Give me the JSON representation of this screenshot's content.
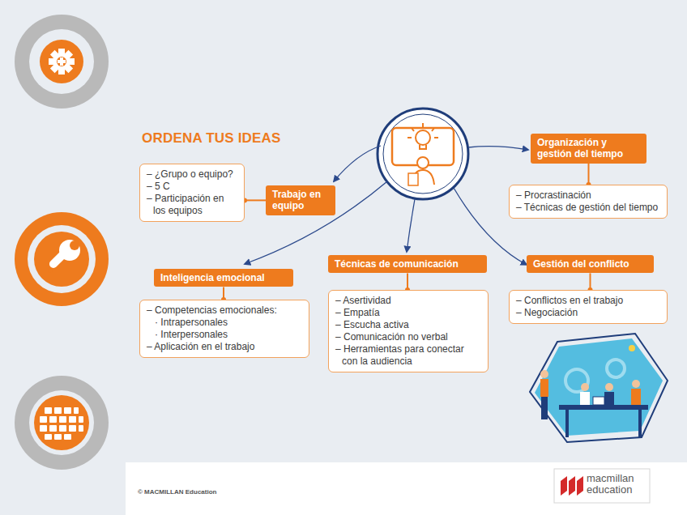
{
  "diagram": {
    "title": "ORDENA TUS IDEAS",
    "nodes": [
      {
        "text": [
          "Trabajo en equipo"
        ]
      },
      {
        "text": [
          "– ¿Grupo o equipo?",
          "– 5 C",
          "– Participación en los equipos"
        ]
      },
      {
        "text": [
          "Organización y gestión del tiempo"
        ]
      },
      {
        "text": [
          "– Procrastinación",
          "– Técnicas de gestión del tiempo"
        ]
      },
      {
        "text": [
          "Inteligencia emocional"
        ]
      },
      {
        "text": [
          "– Competencias emocionales:",
          "· Intrapersonales",
          "· Interpersonales",
          "– Aplicación en el trabajo"
        ]
      },
      {
        "text": [
          "Técnicas de comunicación"
        ]
      },
      {
        "text": [
          "– Asertividad",
          "– Empatía",
          "– Escucha activa",
          "– Comunicación no verbal",
          "– Herramientas para conectar con la audiencia"
        ]
      },
      {
        "text": [
          "Gestión del conflicto"
        ]
      },
      {
        "text": [
          "– Conflictos en el trabajo",
          "– Negociación"
        ]
      }
    ],
    "edges": [
      {
        "from": 0,
        "to": 1,
        "arrow": "none"
      },
      {
        "from": 2,
        "to": 3,
        "arrow": "none"
      },
      {
        "from": 4,
        "to": 5,
        "arrow": "none"
      },
      {
        "from": 6,
        "to": 7,
        "arrow": "none"
      },
      {
        "from": 8,
        "to": 9,
        "arrow": "none"
      }
    ],
    "labels": [
      "© MACMILLAN Education",
      "macmillan education"
    ]
  }
}
